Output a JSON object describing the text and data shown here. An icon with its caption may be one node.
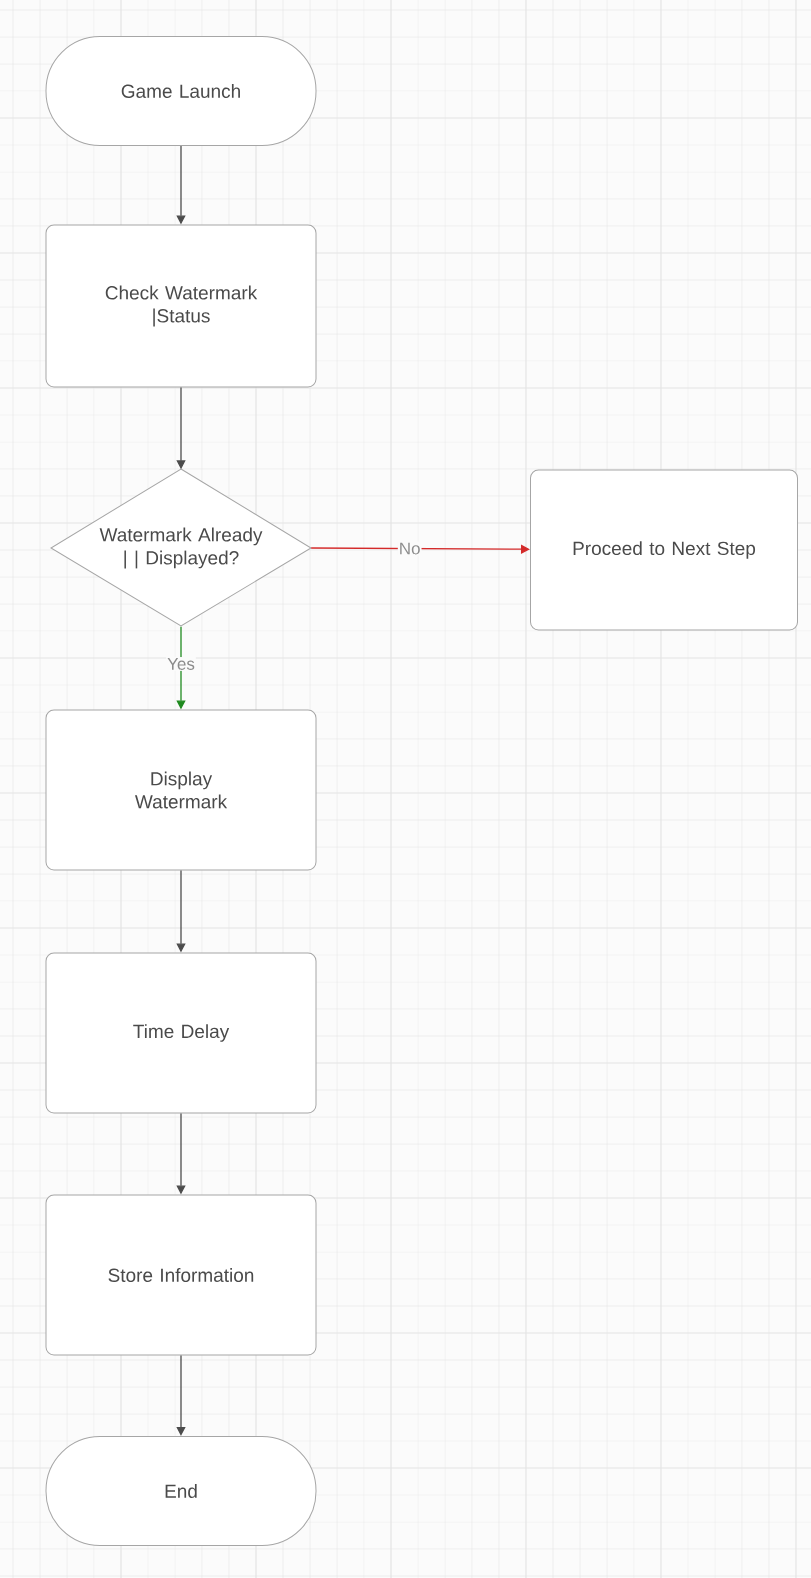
{
  "diagram": {
    "nodes": [
      {
        "text": [
          "Game Launch"
        ]
      },
      {
        "text": [
          "Check Watermark |Status"
        ]
      },
      {
        "text": [
          "Watermark Already | | Displayed?"
        ]
      },
      {
        "text": [
          "Proceed to Next Step"
        ]
      },
      {
        "text": [
          "Display Watermark"
        ]
      },
      {
        "text": [
          "Time Delay"
        ]
      },
      {
        "text": [
          "Store Information"
        ]
      },
      {
        "text": [
          "End"
        ]
      }
    ],
    "edges": [
      {
        "from": 0,
        "to": 1,
        "arrow": "to"
      },
      {
        "from": 1,
        "to": 2,
        "arrow": "to"
      },
      {
        "from": 2,
        "to": 3,
        "arrow": "to",
        "label": "No",
        "color": "#d42a2a"
      },
      {
        "from": 2,
        "to": 4,
        "arrow": "to",
        "label": "Yes",
        "color": "#1f8a1f"
      },
      {
        "from": 4,
        "to": 5,
        "arrow": "to"
      },
      {
        "from": 5,
        "to": 6,
        "arrow": "to"
      },
      {
        "from": 6,
        "to": 7,
        "arrow": "to"
      }
    ]
  }
}
